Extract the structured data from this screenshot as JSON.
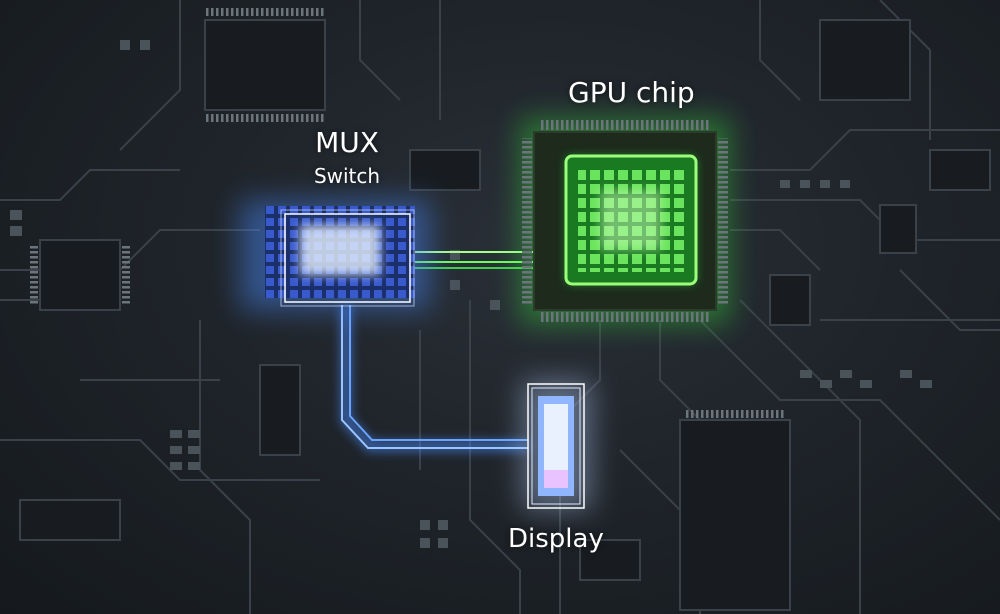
{
  "labels": {
    "gpu": "GPU chip",
    "mux": "MUX",
    "mux_sub": "Switch",
    "display": "Display"
  },
  "colors": {
    "background": "#1f242a",
    "trace": "#3a4149",
    "gpu_glow": "#39ff3a",
    "mux_glow": "#4a8cff",
    "display_glow": "#b9d4ff"
  }
}
